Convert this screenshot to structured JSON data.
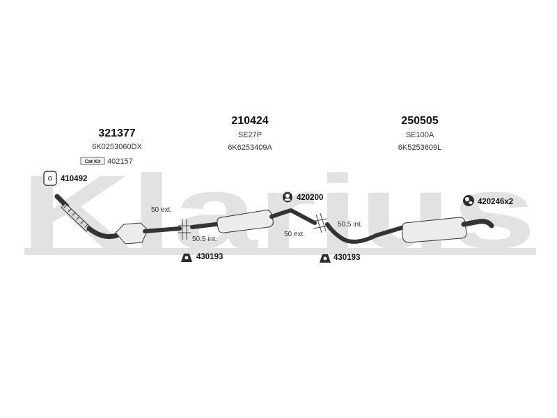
{
  "watermark": "Klarius",
  "groups": [
    {
      "part_number": "321377",
      "oe_codes": [
        "6K0253060DX"
      ],
      "cat_kit": {
        "badge": "Cat Kit",
        "code": "402157"
      }
    },
    {
      "part_number": "210424",
      "oe_codes": [
        "SE27P",
        "6K6253409A"
      ]
    },
    {
      "part_number": "250505",
      "oe_codes": [
        "SE100A",
        "6K5253609L"
      ]
    }
  ],
  "fittings": {
    "gasket": "410492",
    "hanger_mid": "420200",
    "hanger_rear": "420246x2",
    "mount_left": "430193",
    "mount_right": "430193"
  },
  "dimensions": {
    "joint1_ext": "50 ext.",
    "joint1_int": "50.5 int.",
    "joint2_ext": "50 ext.",
    "joint2_int": "50.5 int."
  }
}
